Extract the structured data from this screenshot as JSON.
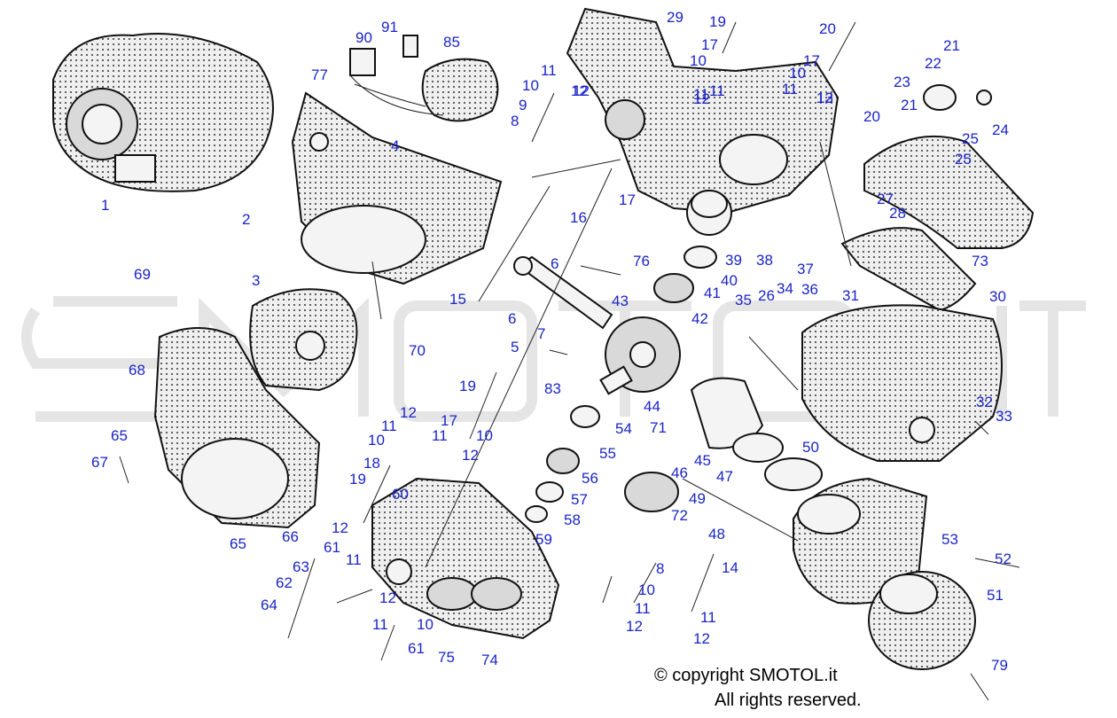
{
  "watermark": "SMOTOL.IT",
  "copyright": {
    "line1": "© copyright SMOTOL.it",
    "line2": "All rights reserved."
  },
  "callouts": [
    "1",
    "2",
    "3",
    "4",
    "5",
    "6",
    "6",
    "7",
    "8",
    "8",
    "9",
    "10",
    "10",
    "10",
    "10",
    "10",
    "10",
    "10",
    "11",
    "11",
    "11",
    "11",
    "11",
    "11",
    "11",
    "11",
    "11",
    "11",
    "12",
    "12",
    "12",
    "12",
    "12",
    "12",
    "12",
    "12",
    "12",
    "12",
    "13",
    "14",
    "15",
    "16",
    "17",
    "17",
    "17",
    "17",
    "18",
    "19",
    "19",
    "19",
    "20",
    "20",
    "21",
    "21",
    "22",
    "23",
    "24",
    "25",
    "25",
    "26",
    "27",
    "28",
    "29",
    "30",
    "31",
    "32",
    "33",
    "34",
    "35",
    "36",
    "37",
    "38",
    "39",
    "40",
    "41",
    "42",
    "43",
    "44",
    "45",
    "46",
    "47",
    "48",
    "49",
    "50",
    "51",
    "52",
    "53",
    "54",
    "55",
    "56",
    "57",
    "58",
    "59",
    "60",
    "61",
    "61",
    "62",
    "63",
    "64",
    "65",
    "65",
    "66",
    "67",
    "68",
    "69",
    "70",
    "71",
    "72",
    "73",
    "74",
    "75",
    "76",
    "77",
    "79",
    "83",
    "85",
    "90",
    "91"
  ]
}
